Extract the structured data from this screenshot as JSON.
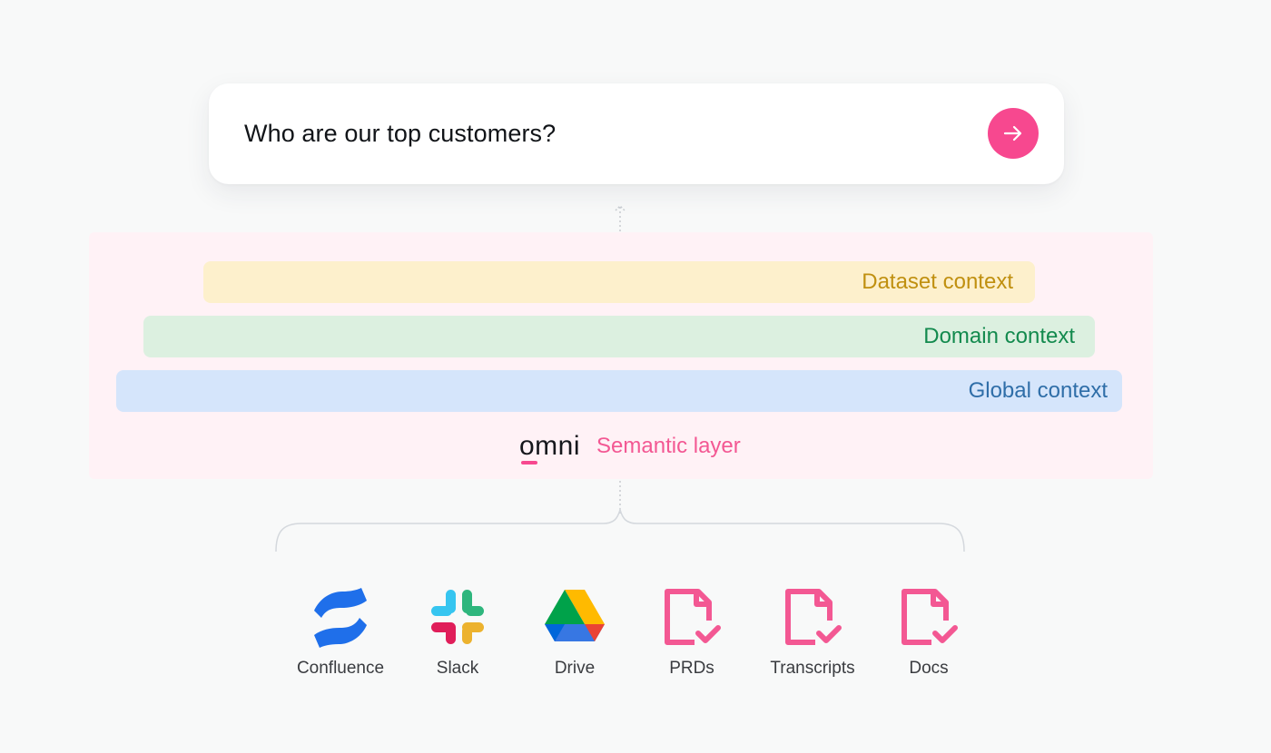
{
  "search": {
    "query": "Who are our top customers?",
    "submit_icon": "arrow-right-icon",
    "accent_color": "#f7488f"
  },
  "context_layers": [
    {
      "label": "Dataset context",
      "color": "#c09010",
      "background": "#fdf0cc"
    },
    {
      "label": "Domain context",
      "color": "#138a4e",
      "background": "#dcf0e0"
    },
    {
      "label": "Global context",
      "color": "#2f6ea8",
      "background": "#d5e5fb"
    }
  ],
  "semantic_layer": {
    "brand": "omni",
    "label": "Semantic layer",
    "label_color": "#f35893"
  },
  "sources": [
    {
      "label": "Confluence",
      "icon": "confluence-icon"
    },
    {
      "label": "Slack",
      "icon": "slack-icon"
    },
    {
      "label": "Drive",
      "icon": "google-drive-icon"
    },
    {
      "label": "PRDs",
      "icon": "document-check-icon"
    },
    {
      "label": "Transcripts",
      "icon": "document-check-icon"
    },
    {
      "label": "Docs",
      "icon": "document-check-icon"
    }
  ]
}
